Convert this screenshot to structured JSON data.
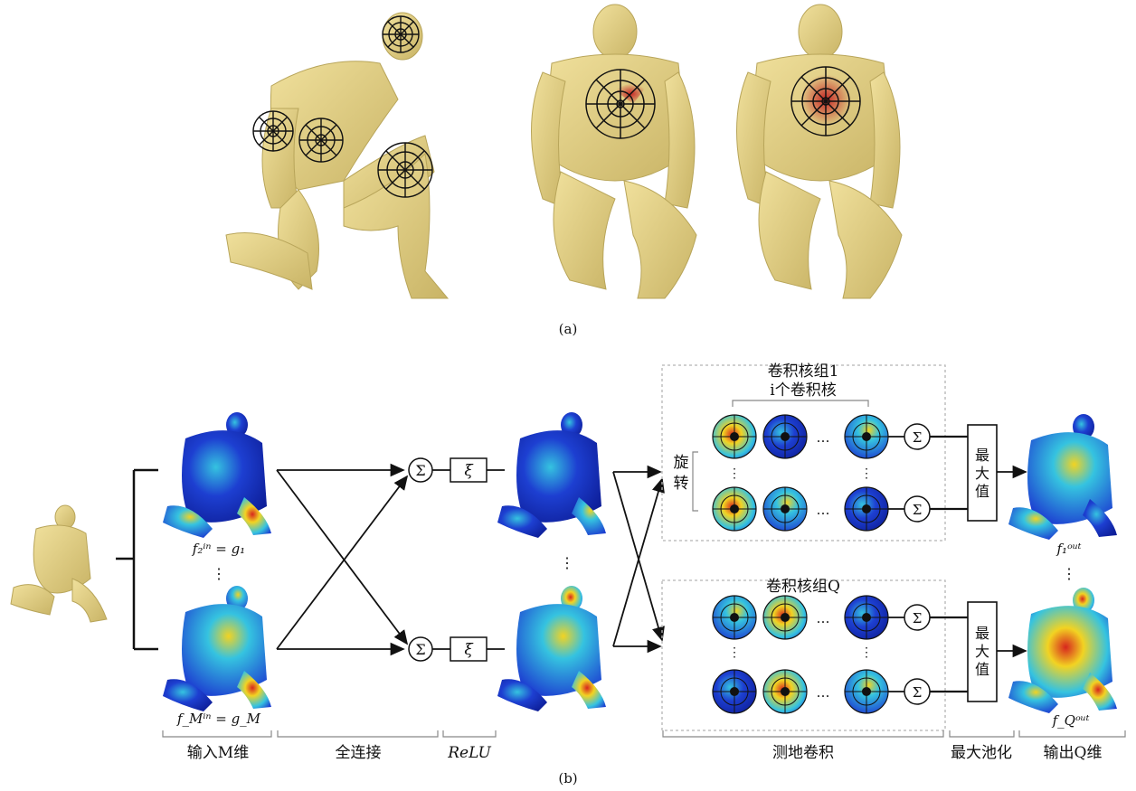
{
  "panel_a": {
    "caption": "(a)"
  },
  "panel_b": {
    "caption": "(b)",
    "input_top_label": "f₂ⁱⁿ = g₁",
    "input_bottom_label": "f_Mⁱⁿ = g_M",
    "vertical_dots": "⋮",
    "sum_symbol": "Σ",
    "activation_symbol": "ξ",
    "kernel_group1_title": "卷积核组1",
    "kernel_group1_subtitle": "i个卷积核",
    "rotation_label": "旋转",
    "kernel_groupQ_title": "卷积核组Q",
    "ellipsis": "…",
    "maxpool_box_label": "最大值",
    "output_top_label": "f₁ᵒᵘᵗ",
    "output_bottom_label": "f_Qᵒᵘᵗ",
    "stage_labels": [
      "输入M维",
      "全连接",
      "ReLU",
      "测地卷积",
      "最大池化",
      "输出Q维"
    ]
  },
  "colors": {
    "skin": "#e6d28a",
    "skin_shade": "#c9b466",
    "heat_blue": "#1d3fd1",
    "heat_red": "#d7261e",
    "heat_yellow": "#f2d322",
    "heat_cyan": "#35c3e0",
    "grid_black": "#111111",
    "dashed_box": "#b5b5b5"
  }
}
